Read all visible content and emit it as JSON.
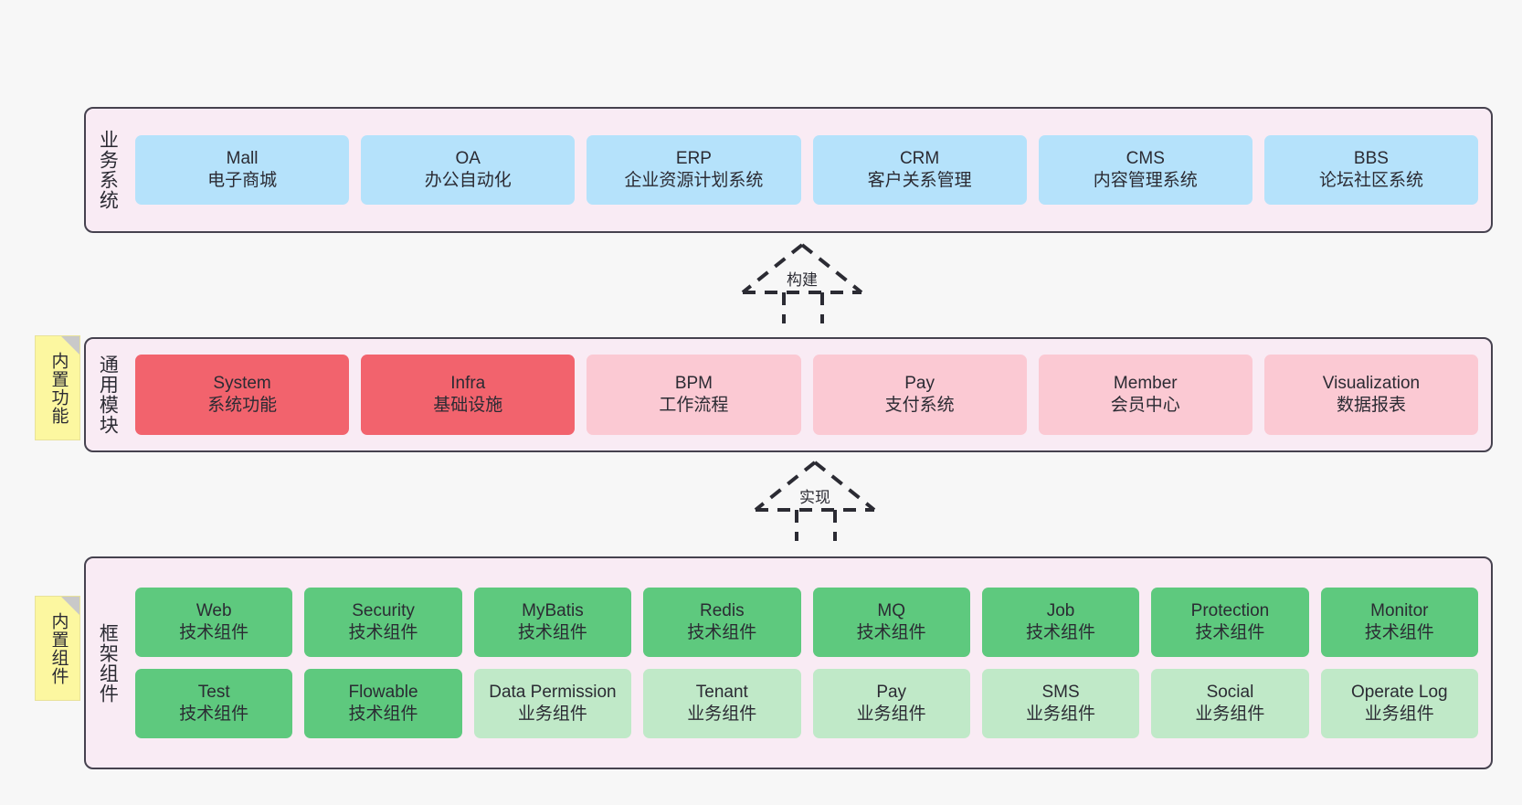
{
  "diagram": {
    "background": "#f7f7f7",
    "band_fill": "#f9ebf4",
    "band_border": "#46424f",
    "colors": {
      "business_card": "#b5e2fb",
      "core_module_card": "#f2636d",
      "optional_module_card": "#fbc9d3",
      "tech_component_card": "#5ec97e",
      "business_component_card": "#c0e9c8",
      "sticky_note": "#fcf7a0"
    }
  },
  "layers": {
    "business": {
      "title": "业务系统",
      "cards": [
        {
          "name": "Mall",
          "desc": "电子商城"
        },
        {
          "name": "OA",
          "desc": "办公自动化"
        },
        {
          "name": "ERP",
          "desc": "企业资源计划系统"
        },
        {
          "name": "CRM",
          "desc": "客户关系管理"
        },
        {
          "name": "CMS",
          "desc": "内容管理系统"
        },
        {
          "name": "BBS",
          "desc": "论坛社区系统"
        }
      ]
    },
    "common": {
      "title": "通用模块",
      "sticky": "内置功能",
      "cards": [
        {
          "name": "System",
          "desc": "系统功能",
          "style": "red"
        },
        {
          "name": "Infra",
          "desc": "基础设施",
          "style": "red"
        },
        {
          "name": "BPM",
          "desc": "工作流程",
          "style": "pink"
        },
        {
          "name": "Pay",
          "desc": "支付系统",
          "style": "pink"
        },
        {
          "name": "Member",
          "desc": "会员中心",
          "style": "pink"
        },
        {
          "name": "Visualization",
          "desc": "数据报表",
          "style": "pink"
        }
      ]
    },
    "framework": {
      "title": "框架组件",
      "sticky": "内置组件",
      "row1": [
        {
          "name": "Web",
          "desc": "技术组件",
          "style": "green"
        },
        {
          "name": "Security",
          "desc": "技术组件",
          "style": "green"
        },
        {
          "name": "MyBatis",
          "desc": "技术组件",
          "style": "green"
        },
        {
          "name": "Redis",
          "desc": "技术组件",
          "style": "green"
        },
        {
          "name": "MQ",
          "desc": "技术组件",
          "style": "green"
        },
        {
          "name": "Job",
          "desc": "技术组件",
          "style": "green"
        },
        {
          "name": "Protection",
          "desc": "技术组件",
          "style": "green"
        },
        {
          "name": "Monitor",
          "desc": "技术组件",
          "style": "green"
        }
      ],
      "row2": [
        {
          "name": "Test",
          "desc": "技术组件",
          "style": "green"
        },
        {
          "name": "Flowable",
          "desc": "技术组件",
          "style": "green"
        },
        {
          "name": "Data Permission",
          "desc": "业务组件",
          "style": "lightgreen"
        },
        {
          "name": "Tenant",
          "desc": "业务组件",
          "style": "lightgreen"
        },
        {
          "name": "Pay",
          "desc": "业务组件",
          "style": "lightgreen"
        },
        {
          "name": "SMS",
          "desc": "业务组件",
          "style": "lightgreen"
        },
        {
          "name": "Social",
          "desc": "业务组件",
          "style": "lightgreen"
        },
        {
          "name": "Operate Log",
          "desc": "业务组件",
          "style": "lightgreen"
        }
      ]
    }
  },
  "connectors": [
    {
      "label": "构建"
    },
    {
      "label": "实现"
    }
  ]
}
